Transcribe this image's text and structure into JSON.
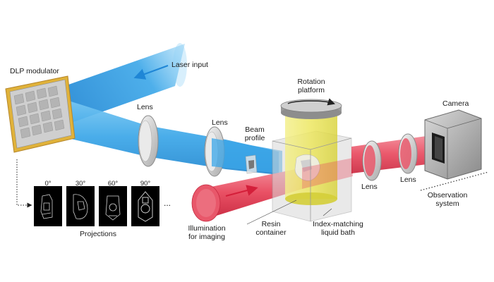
{
  "labels": {
    "dlp_modulator": "DLP modulator",
    "laser_input": "Laser input",
    "lens_1": "Lens",
    "lens_2": "Lens",
    "beam_profile_1": "Beam",
    "beam_profile_2": "profile",
    "rotation_platform_1": "Rotation",
    "rotation_platform_2": "platform",
    "camera": "Camera",
    "lens_3": "Lens",
    "lens_4": "Lens",
    "observation_system_1": "Observation",
    "observation_system_2": "system",
    "illumination_1": "Illumination",
    "illumination_2": "for imaging",
    "resin_container_1": "Resin",
    "resin_container_2": "container",
    "index_matching_1": "Index-matching",
    "index_matching_2": "liquid bath",
    "projections": "Projections",
    "ellipsis": "..."
  },
  "projections": {
    "angles": [
      "0°",
      "30°",
      "60°",
      "90°"
    ]
  },
  "colors": {
    "blue_beam": "#3aa6e8",
    "red_beam": "#e8475c",
    "resin_yellow": "#e6e04a",
    "bath_gray": "#c8c8c8",
    "dlp_frame": "#e0b23a",
    "arrow_blue": "#1f86d6",
    "arrow_red": "#d41f3a"
  }
}
